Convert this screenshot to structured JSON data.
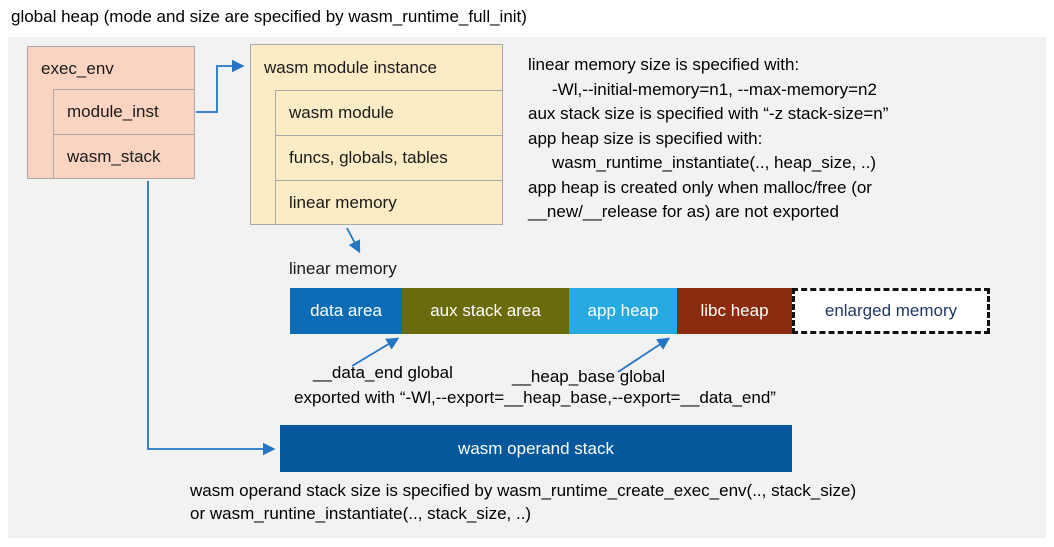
{
  "title": "global heap (mode and size are specified by wasm_runtime_full_init)",
  "exec_env": {
    "header": "exec_env",
    "children": [
      {
        "label": "module_inst"
      },
      {
        "label": "wasm_stack"
      }
    ]
  },
  "module_instance": {
    "header": "wasm module instance",
    "children": [
      {
        "label": "wasm module"
      },
      {
        "label": "funcs, globals, tables"
      },
      {
        "label": "linear memory"
      }
    ]
  },
  "notes_right": {
    "lines": [
      {
        "text": "linear memory size is specified with:"
      },
      {
        "text": "-Wl,--initial-memory=n1, --max-memory=n2"
      },
      {
        "text": "aux stack size is specified with “-z stack-size=n”"
      },
      {
        "text": "app heap size is specified with:"
      },
      {
        "text": "wasm_runtime_instantiate(.., heap_size, ..)"
      },
      {
        "text": "app heap is created only when malloc/free (or"
      },
      {
        "text": "__new/__release for as) are not exported"
      }
    ]
  },
  "linear_memory": {
    "label": "linear memory",
    "segments": [
      {
        "label": "data area",
        "color": "#0c6cb5",
        "text_color": "#ffffff"
      },
      {
        "label": "aux stack area",
        "color": "#6a6b0b",
        "text_color": "#ffffff"
      },
      {
        "label": "app heap",
        "color": "#27aae1",
        "text_color": "#ffffff"
      },
      {
        "label": "libc heap",
        "color": "#8a2b0d",
        "text_color": "#ffffff"
      },
      {
        "label": "enlarged memory",
        "color": "#ffffff",
        "text_color": "#1f3864"
      }
    ]
  },
  "annotations": {
    "data_end": "__data_end global",
    "heap_base": "__heap_base global",
    "exported": "exported with “-Wl,--export=__heap_base,--export=__data_end”"
  },
  "operand_stack": {
    "label": "wasm operand stack",
    "color": "#05589b",
    "text_color": "#ffffff"
  },
  "notes_bottom": {
    "line1": "wasm operand stack size is specified by wasm_runtime_create_exec_env(.., stack_size)",
    "line2": "or wasm_runtine_instantiate(.., stack_size, ..)"
  },
  "colors": {
    "panel_bg": "#f2f2f2",
    "exec_env_fill": "#fad4c1",
    "module_instance_fill": "#fcecc6",
    "box_border": "#a9a9a9",
    "arrow_blue": "#2575c6",
    "enlarged_memory_text": "#1f3864"
  }
}
